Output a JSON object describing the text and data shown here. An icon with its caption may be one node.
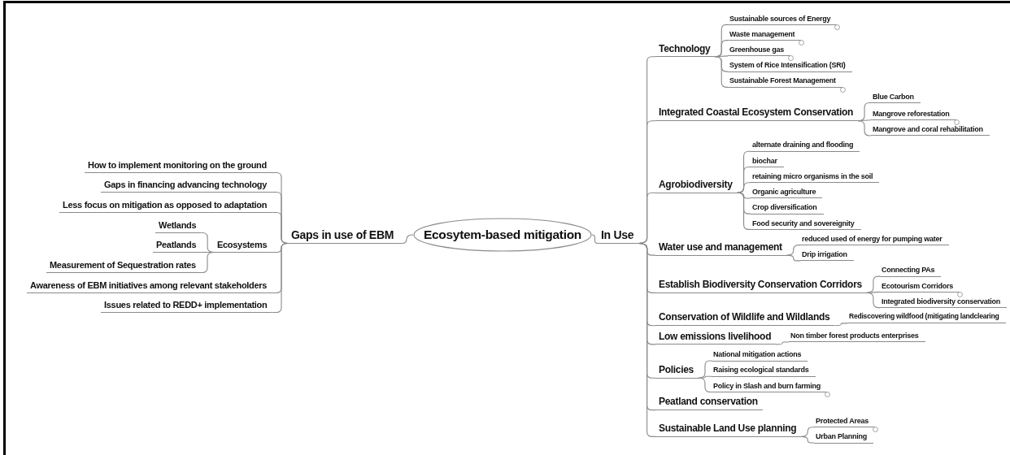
{
  "diagram": {
    "nodes": [
      {
        "text": [
          "Ecosytem-based mitigation"
        ]
      },
      {
        "text": [
          "Gaps in use of EBM"
        ]
      },
      {
        "text": [
          "In Use"
        ]
      },
      {
        "text": [
          "How to implement monitoring on the ground"
        ]
      },
      {
        "text": [
          "Gaps in financing advancing technology"
        ]
      },
      {
        "text": [
          "Less focus on mitigation as opposed to adaptation"
        ]
      },
      {
        "text": [
          "Ecosystems"
        ]
      },
      {
        "text": [
          "Wetlands"
        ]
      },
      {
        "text": [
          "Peatlands"
        ]
      },
      {
        "text": [
          "Measurement of Sequestration rates"
        ]
      },
      {
        "text": [
          "Awareness of EBM initiatives among relevant stakeholders"
        ]
      },
      {
        "text": [
          "Issues related to REDD+ implementation"
        ]
      },
      {
        "text": [
          "Technology"
        ]
      },
      {
        "text": [
          "Sustainable sources of Energy"
        ]
      },
      {
        "text": [
          "Waste management"
        ]
      },
      {
        "text": [
          "Greenhouse gas"
        ]
      },
      {
        "text": [
          "System of Rice Intensification (SRI)"
        ]
      },
      {
        "text": [
          "Sustainable Forest Management"
        ]
      },
      {
        "text": [
          "Integrated Coastal Ecosystem Conservation"
        ]
      },
      {
        "text": [
          "Blue Carbon"
        ]
      },
      {
        "text": [
          "Mangrove reforestation"
        ]
      },
      {
        "text": [
          "Mangrove and coral rehabilitation"
        ]
      },
      {
        "text": [
          "Agrobiodiversity"
        ]
      },
      {
        "text": [
          "alternate draining and flooding"
        ]
      },
      {
        "text": [
          "biochar"
        ]
      },
      {
        "text": [
          "retaining micro organisms in the soil"
        ]
      },
      {
        "text": [
          "Organic agriculture"
        ]
      },
      {
        "text": [
          "Crop diversification"
        ]
      },
      {
        "text": [
          "Food security and sovereignity"
        ]
      },
      {
        "text": [
          "Water use and management"
        ]
      },
      {
        "text": [
          "reduced used of energy for pumping water"
        ]
      },
      {
        "text": [
          "Drip irrigation"
        ]
      },
      {
        "text": [
          "Establish Biodiversity Conservation Corridors"
        ]
      },
      {
        "text": [
          "Connecting PAs"
        ]
      },
      {
        "text": [
          "Ecotourism Corridors"
        ]
      },
      {
        "text": [
          "Integrated biodiversity conservation"
        ]
      },
      {
        "text": [
          "Conservation of Wildlife and Wildlands"
        ]
      },
      {
        "text": [
          "Rediscovering wildfood (mitigating landclearing"
        ]
      },
      {
        "text": [
          "Low emissions livelihood"
        ]
      },
      {
        "text": [
          "Non timber forest products enterprises"
        ]
      },
      {
        "text": [
          "Policies"
        ]
      },
      {
        "text": [
          "National mitigation actions"
        ]
      },
      {
        "text": [
          "Raising ecological standards"
        ]
      },
      {
        "text": [
          "Policy in Slash and burn farming"
        ]
      },
      {
        "text": [
          "Peatland conservation"
        ]
      },
      {
        "text": [
          "Sustainable Land Use planning"
        ]
      },
      {
        "text": [
          "Protected Areas"
        ]
      },
      {
        "text": [
          "Urban Planning"
        ]
      }
    ],
    "edges": [
      {
        "from": 0,
        "to": 1,
        "arrow": "none"
      },
      {
        "from": 0,
        "to": 2,
        "arrow": "none"
      },
      {
        "from": 1,
        "to": 3,
        "arrow": "none"
      },
      {
        "from": 1,
        "to": 4,
        "arrow": "none"
      },
      {
        "from": 1,
        "to": 5,
        "arrow": "none"
      },
      {
        "from": 1,
        "to": 6,
        "arrow": "none"
      },
      {
        "from": 6,
        "to": 7,
        "arrow": "none"
      },
      {
        "from": 6,
        "to": 8,
        "arrow": "none"
      },
      {
        "from": 6,
        "to": 9,
        "arrow": "none"
      },
      {
        "from": 1,
        "to": 10,
        "arrow": "none"
      },
      {
        "from": 1,
        "to": 11,
        "arrow": "none"
      },
      {
        "from": 2,
        "to": 12,
        "arrow": "none"
      },
      {
        "from": 12,
        "to": 13,
        "arrow": "none"
      },
      {
        "from": 12,
        "to": 14,
        "arrow": "none"
      },
      {
        "from": 12,
        "to": 15,
        "arrow": "none"
      },
      {
        "from": 12,
        "to": 16,
        "arrow": "none"
      },
      {
        "from": 12,
        "to": 17,
        "arrow": "none"
      },
      {
        "from": 2,
        "to": 18,
        "arrow": "none"
      },
      {
        "from": 18,
        "to": 19,
        "arrow": "none"
      },
      {
        "from": 18,
        "to": 20,
        "arrow": "none"
      },
      {
        "from": 18,
        "to": 21,
        "arrow": "none"
      },
      {
        "from": 2,
        "to": 22,
        "arrow": "none"
      },
      {
        "from": 22,
        "to": 23,
        "arrow": "none"
      },
      {
        "from": 22,
        "to": 24,
        "arrow": "none"
      },
      {
        "from": 22,
        "to": 25,
        "arrow": "none"
      },
      {
        "from": 22,
        "to": 26,
        "arrow": "none"
      },
      {
        "from": 22,
        "to": 27,
        "arrow": "none"
      },
      {
        "from": 22,
        "to": 28,
        "arrow": "none"
      },
      {
        "from": 2,
        "to": 29,
        "arrow": "none"
      },
      {
        "from": 29,
        "to": 30,
        "arrow": "none"
      },
      {
        "from": 29,
        "to": 31,
        "arrow": "none"
      },
      {
        "from": 2,
        "to": 32,
        "arrow": "none"
      },
      {
        "from": 32,
        "to": 33,
        "arrow": "none"
      },
      {
        "from": 32,
        "to": 34,
        "arrow": "none"
      },
      {
        "from": 32,
        "to": 35,
        "arrow": "none"
      },
      {
        "from": 2,
        "to": 36,
        "arrow": "none"
      },
      {
        "from": 36,
        "to": 37,
        "arrow": "none"
      },
      {
        "from": 2,
        "to": 38,
        "arrow": "none"
      },
      {
        "from": 38,
        "to": 39,
        "arrow": "none"
      },
      {
        "from": 2,
        "to": 40,
        "arrow": "none"
      },
      {
        "from": 40,
        "to": 41,
        "arrow": "none"
      },
      {
        "from": 40,
        "to": 42,
        "arrow": "none"
      },
      {
        "from": 40,
        "to": 43,
        "arrow": "none"
      },
      {
        "from": 2,
        "to": 44,
        "arrow": "none"
      },
      {
        "from": 2,
        "to": 45,
        "arrow": "none"
      },
      {
        "from": 45,
        "to": 46,
        "arrow": "none"
      },
      {
        "from": 45,
        "to": 47,
        "arrow": "none"
      }
    ]
  }
}
